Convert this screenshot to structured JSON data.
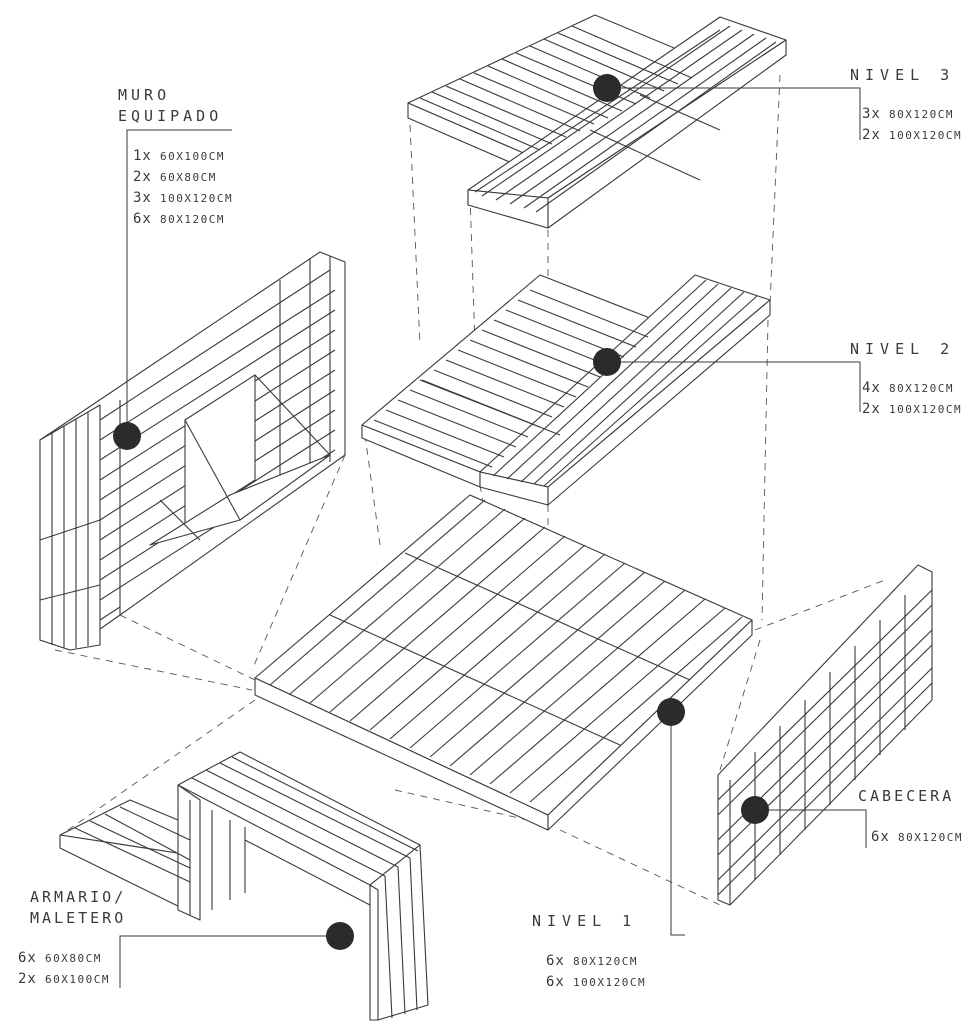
{
  "labels": {
    "muro": {
      "title_1": "MURO",
      "title_2": "EQUIPADO",
      "items": [
        {
          "count": "1x",
          "size": "60X100CM"
        },
        {
          "count": "2x",
          "size": "60X80CM"
        },
        {
          "count": "3x",
          "size": "100X120CM"
        },
        {
          "count": "6x",
          "size": "80X120CM"
        }
      ]
    },
    "nivel3": {
      "title": "NIVEL 3",
      "items": [
        {
          "count": "3x",
          "size": "80X120CM"
        },
        {
          "count": "2x",
          "size": "100X120CM"
        }
      ]
    },
    "nivel2": {
      "title": "NIVEL 2",
      "items": [
        {
          "count": "4x",
          "size": "80X120CM"
        },
        {
          "count": "2x",
          "size": "100X120CM"
        }
      ]
    },
    "nivel1": {
      "title": "NIVEL 1",
      "items": [
        {
          "count": "6x",
          "size": "80X120CM"
        },
        {
          "count": "6x",
          "size": "100X120CM"
        }
      ]
    },
    "cabecera": {
      "title": "CABECERA",
      "items": [
        {
          "count": "6x",
          "size": "80X120CM"
        }
      ]
    },
    "armario": {
      "title_1": "ARMARIO/",
      "title_2": "MALETERO",
      "items": [
        {
          "count": "6x",
          "size": "60X80CM"
        },
        {
          "count": "2x",
          "size": "60X100CM"
        }
      ]
    }
  },
  "colors": {
    "line": "#3a3a3a",
    "marker": "#2b2b2b",
    "background": "#ffffff"
  }
}
